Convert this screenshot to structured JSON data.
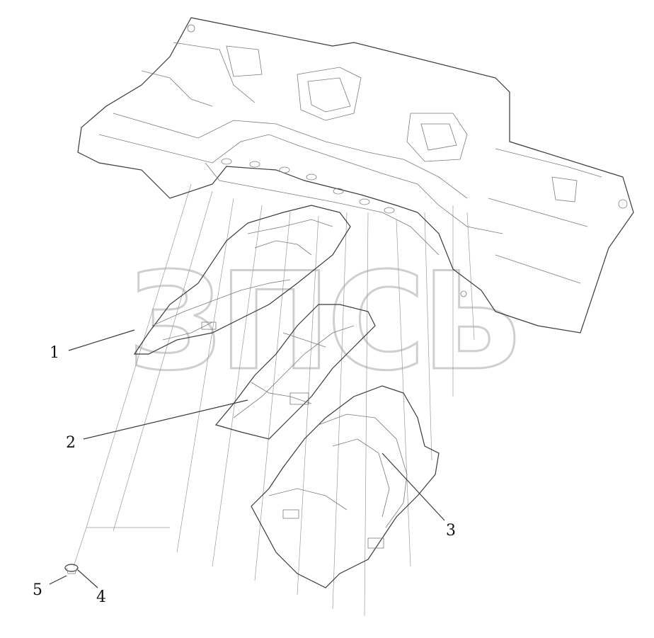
{
  "callouts": [
    {
      "id": "1",
      "label": "1"
    },
    {
      "id": "2",
      "label": "2"
    },
    {
      "id": "3",
      "label": "3"
    },
    {
      "id": "4",
      "label": "4"
    },
    {
      "id": "5",
      "label": "5"
    }
  ],
  "watermark": "ЗПСЬ"
}
